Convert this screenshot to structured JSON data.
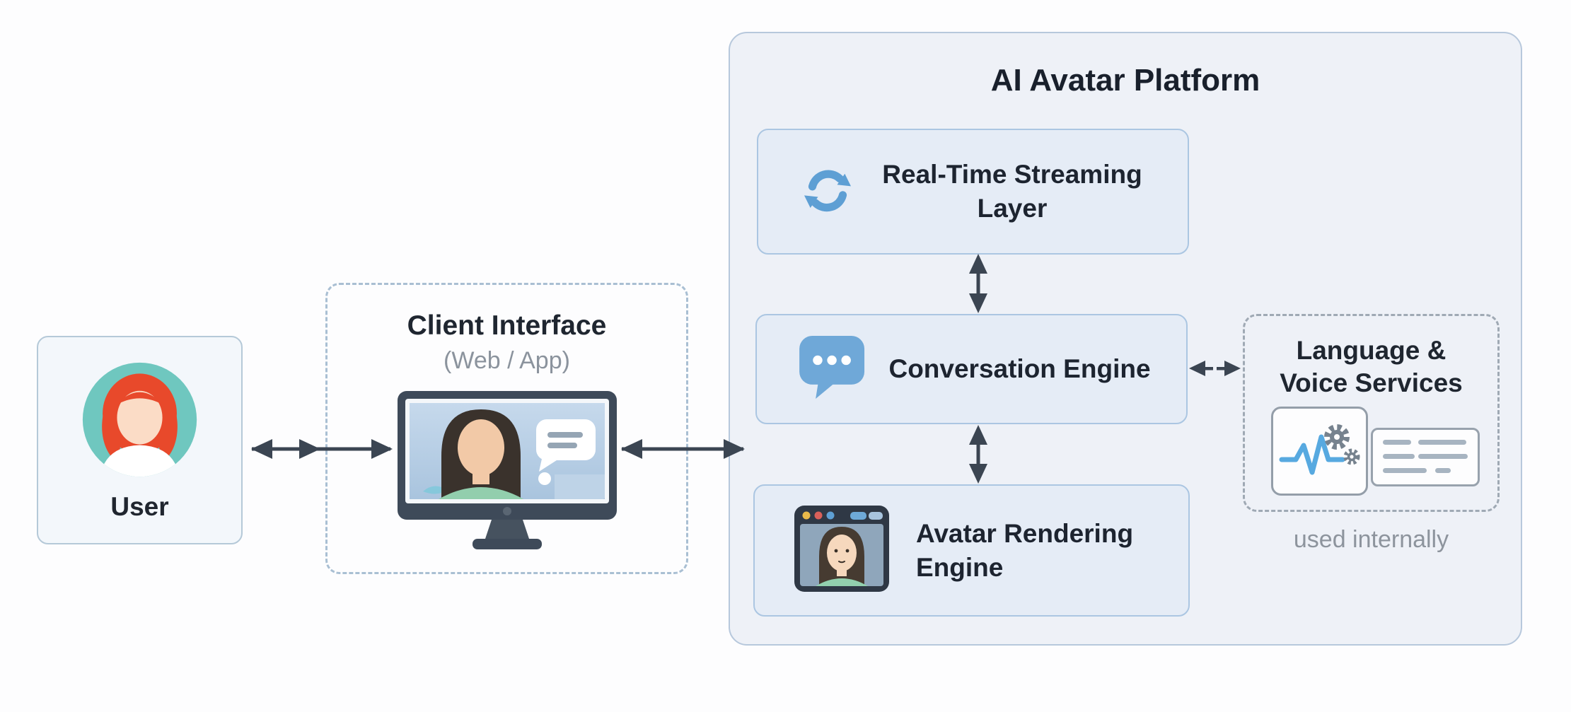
{
  "diagram": {
    "type": "architecture-diagram",
    "user": {
      "label": "User",
      "icon": "person-avatar-icon"
    },
    "client": {
      "title": "Client Interface",
      "subtitle": "(Web / App)",
      "icon": "monitor-avatar-icon"
    },
    "platform": {
      "title": "AI Avatar Platform",
      "components": {
        "streaming": {
          "label": "Real-Time Streaming\nLayer",
          "icon": "sync-icon"
        },
        "conversation": {
          "label": "Conversation Engine",
          "icon": "chat-bubble-icon"
        },
        "rendering": {
          "label": "Avatar Rendering\nEngine",
          "icon": "browser-window-avatar-icon"
        }
      },
      "services": {
        "title": "Language &\nVoice Services",
        "note": "used internally",
        "icons": [
          "waveform-gears-icon",
          "document-lines-icon"
        ]
      }
    },
    "connections": [
      "user <-> client-interface",
      "client-interface <-> ai-avatar-platform",
      "real-time-streaming-layer <-> conversation-engine",
      "conversation-engine <-> avatar-rendering-engine",
      "conversation-engine <-> language-voice-services"
    ],
    "colors": {
      "accent_blue": "#5e9fd4",
      "engine_fill": "#e5ecf6",
      "engine_border": "#abc6e2",
      "platform_fill": "#eef1f7",
      "platform_border": "#b7c8dc",
      "dashed_border_blue": "#a9bfd3",
      "dashed_border_gray": "#9fa9b4",
      "arrow": "#3b4552",
      "text_dark": "#1d2430",
      "text_gray": "#8b939d",
      "avatar_teal": "#6fc7bf",
      "hair_red": "#e8492b",
      "shirt_green": "#92cead",
      "monitor_frame": "#3e4a59"
    }
  }
}
